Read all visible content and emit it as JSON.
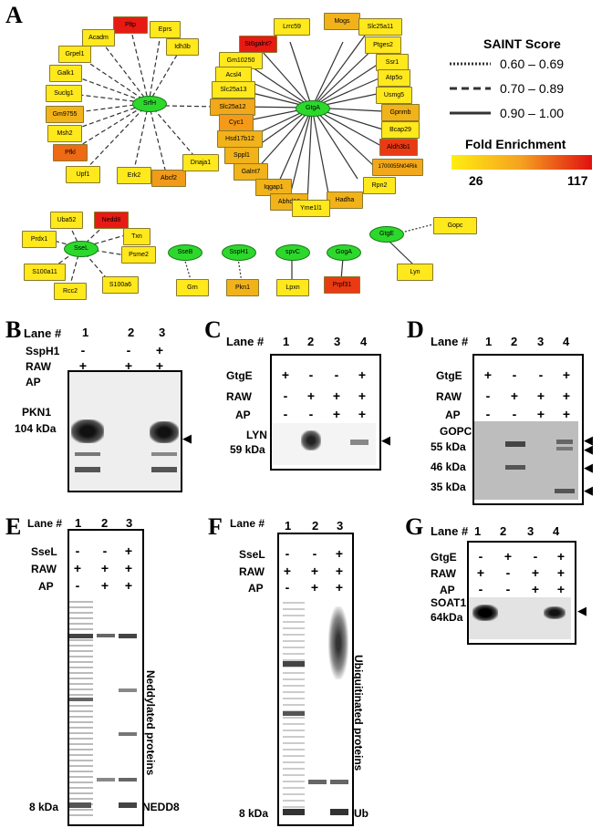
{
  "panels": {
    "A": "A",
    "B": "B",
    "C": "C",
    "D": "D",
    "E": "E",
    "F": "F",
    "G": "G"
  },
  "colors": {
    "low": "#ffeb17",
    "mid": "#f0a020",
    "high": "#e01810",
    "hub": "#2dd82d"
  },
  "network": {
    "hubs": {
      "srfh": "SrfH",
      "gtga": "GtgA",
      "ssel": "SseL",
      "sseb": "SseB",
      "ssph1": "SspH1",
      "spvc": "spvC",
      "goga": "GogA",
      "gtge": "GtgE"
    },
    "srfh_targets": [
      "Pltp",
      "Eprs",
      "Acadm",
      "Grpel1",
      "Idh3b",
      "Galk1",
      "Suclg1",
      "Gm9755",
      "Msh2",
      "Pfkl",
      "Upf1",
      "Erk2",
      "Abcf2",
      "Dnaja1"
    ],
    "gtga_targets": [
      "Mogs",
      "Lrrc59",
      "Slc25a11",
      "St6galnt?",
      "Ptges2",
      "Gm10250",
      "Ssr1",
      "Acsl4",
      "Atp5o",
      "Slc25a13",
      "Usmg5",
      "Slc25a12",
      "Gpnmb",
      "Cyc1",
      "Bcap29",
      "Hsd17b12",
      "Aldh3b1",
      "Sppl1",
      "1700055N04Rik",
      "Galnt7",
      "Rpn2",
      "Iqgap1",
      "Abhd12",
      "Hadha",
      "Yme1l1"
    ],
    "ssel_targets": [
      "Uba52",
      "Nedd8",
      "Prdx1",
      "Txn",
      "Psme2",
      "S100a11",
      "Rcc2",
      "S100a6"
    ],
    "pairs": {
      "sseb": "Grn",
      "ssph1": "Pkn1",
      "spvc": "Lpxn",
      "goga": "Prpf31",
      "gtge_a": "Gopc",
      "gtge_b": "Lyn"
    }
  },
  "legend": {
    "saint_title": "SAINT Score",
    "saint_ranges": [
      "0.60 – 0.69",
      "0.70 – 0.89",
      "0.90 – 1.00"
    ],
    "fold_title": "Fold Enrichment",
    "fold_min": "26",
    "fold_max": "117"
  },
  "panelB": {
    "lane_label": "Lane #",
    "lanes": [
      "1",
      "2",
      "3"
    ],
    "rows": [
      {
        "label": "SspH1",
        "signs": [
          "-",
          "-",
          "+"
        ]
      },
      {
        "label": "RAW",
        "signs": [
          "+",
          "+",
          "+"
        ]
      },
      {
        "label": "AP",
        "signs": [
          "-",
          "+",
          "+"
        ]
      }
    ],
    "protein": "PKN1",
    "size": "104 kDa"
  },
  "panelC": {
    "lane_label": "Lane #",
    "lanes": [
      "1",
      "2",
      "3",
      "4"
    ],
    "rows": [
      {
        "label": "GtgE",
        "signs": [
          "+",
          "-",
          "-",
          "+"
        ]
      },
      {
        "label": "RAW",
        "signs": [
          "-",
          "+",
          "+",
          "+"
        ]
      },
      {
        "label": "AP",
        "signs": [
          "-",
          "-",
          "+",
          "+"
        ]
      }
    ],
    "protein": "LYN",
    "size": "59 kDa"
  },
  "panelD": {
    "lane_label": "Lane #",
    "lanes": [
      "1",
      "2",
      "3",
      "4"
    ],
    "rows": [
      {
        "label": "GtgE",
        "signs": [
          "+",
          "-",
          "-",
          "+"
        ]
      },
      {
        "label": "RAW",
        "signs": [
          "-",
          "+",
          "+",
          "+"
        ]
      },
      {
        "label": "AP",
        "signs": [
          "-",
          "-",
          "+",
          "+"
        ]
      }
    ],
    "protein": "GOPC",
    "sizes": [
      "55 kDa",
      "46 kDa",
      "35 kDa"
    ]
  },
  "panelE": {
    "lane_label": "Lane #",
    "lanes": [
      "1",
      "2",
      "3"
    ],
    "rows": [
      {
        "label": "SseL",
        "signs": [
          "-",
          "-",
          "+"
        ]
      },
      {
        "label": "RAW",
        "signs": [
          "+",
          "+",
          "+"
        ]
      },
      {
        "label": "AP",
        "signs": [
          "-",
          "+",
          "+"
        ]
      }
    ],
    "side_label": "Neddylated proteins",
    "marker": "8 kDa",
    "band_label": "NEDD8"
  },
  "panelF": {
    "lane_label": "Lane #",
    "lanes": [
      "1",
      "2",
      "3"
    ],
    "rows": [
      {
        "label": "SseL",
        "signs": [
          "-",
          "-",
          "+"
        ]
      },
      {
        "label": "RAW",
        "signs": [
          "+",
          "+",
          "+"
        ]
      },
      {
        "label": "AP",
        "signs": [
          "-",
          "+",
          "+"
        ]
      }
    ],
    "side_label": "Ubiquitinated proteins",
    "marker": "8 kDa",
    "band_label": "Ub"
  },
  "panelG": {
    "lane_label": "Lane #",
    "lanes": [
      "1",
      "2",
      "3",
      "4"
    ],
    "rows": [
      {
        "label": "GtgE",
        "signs": [
          "-",
          "+",
          "-",
          "+"
        ]
      },
      {
        "label": "RAW",
        "signs": [
          "+",
          "-",
          "+",
          "+"
        ]
      },
      {
        "label": "AP",
        "signs": [
          "-",
          "-",
          "+",
          "+"
        ]
      }
    ],
    "protein": "SOAT1",
    "size": "64kDa"
  }
}
